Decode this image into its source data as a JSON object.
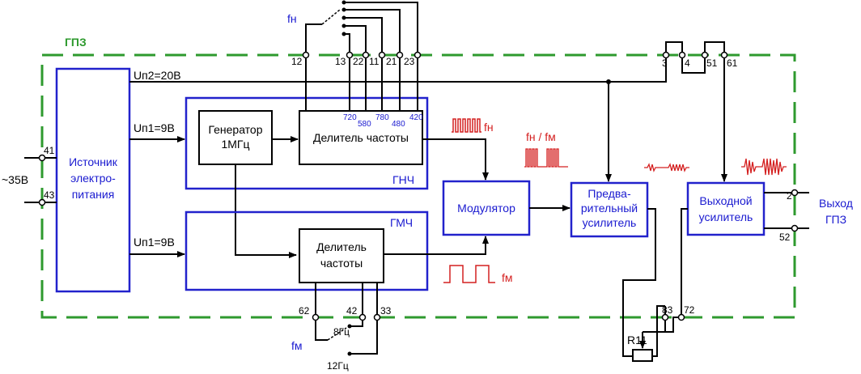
{
  "title": "ГПЗ",
  "blocks": {
    "power": [
      "Источник",
      "электро-",
      "питания"
    ],
    "generator": [
      "Генератор",
      "1МГц"
    ],
    "divider_top": "Делитель частоты",
    "divider_bottom": [
      "Делитель",
      "частоты"
    ],
    "modulator": "Модулятор",
    "preamp": [
      "Предва-",
      "рительный",
      "усилитель"
    ],
    "output_amp": [
      "Выходной",
      "усилитель"
    ],
    "gnch": "ГНЧ",
    "gmch": "ГМЧ"
  },
  "voltages": {
    "up2": "Uп2=20В",
    "up1_top": "Uп1=9В",
    "up1_bottom": "Uп1=9В",
    "input": "~35В"
  },
  "signals": {
    "fn": "fн",
    "fm": "fм",
    "fn_fm": "fн / fм"
  },
  "pins": {
    "p12": "12",
    "p13": "13",
    "p22": "22",
    "p11": "11",
    "p21": "21",
    "p23": "23",
    "p3": "3",
    "p4": "4",
    "p51": "51",
    "p61": "61",
    "p41": "41",
    "p43": "43",
    "p62": "62",
    "p42": "42",
    "p33": "33",
    "p83": "83",
    "p72": "72",
    "p2": "2",
    "p52": "52"
  },
  "freqs": {
    "f720": "720",
    "f580": "580",
    "f780": "780",
    "f480": "480",
    "f420": "420",
    "f8": "8Гц",
    "f12": "12Гц"
  },
  "output": [
    "Выход",
    "ГПЗ"
  ],
  "resistor": "R11",
  "colors": {
    "green": "#2e9a2e",
    "blue": "#1a1ad0",
    "red": "#d42020",
    "black": "#000000"
  }
}
